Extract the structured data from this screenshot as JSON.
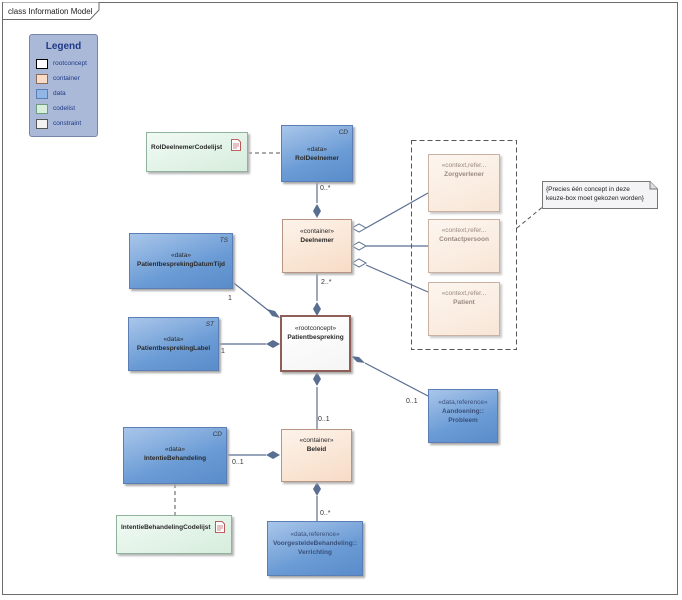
{
  "frame": {
    "title": "class Information Model"
  },
  "legend": {
    "title": "Legend",
    "items": [
      {
        "label": "rootconcept",
        "color": "#ffffff",
        "border": "#000000"
      },
      {
        "label": "container",
        "color": "#f8dcc8",
        "border": "#8e6a5a"
      },
      {
        "label": "data",
        "color": "#8fb6e5",
        "border": "#5b7fb5"
      },
      {
        "label": "codelist",
        "color": "#d7eedf",
        "border": "#6f9b7f"
      },
      {
        "label": "constraint",
        "color": "#f2f2f2",
        "border": "#555555"
      }
    ]
  },
  "nodes": {
    "rol_codelijst": {
      "name": "RolDeelnemerCodelijst"
    },
    "rol_deelnemer": {
      "stereotype": "«data»",
      "name": "RolDeelnemer",
      "tag": "CD"
    },
    "deelnemer": {
      "stereotype": "«container»",
      "name": "Deelnemer"
    },
    "zorgverlener": {
      "stereotype": "«context,refer...",
      "name": "Zorgverlener"
    },
    "contactpersoon": {
      "stereotype": "«context,refer...",
      "name": "Contactpersoon"
    },
    "patient": {
      "stereotype": "«context,refer...",
      "name": "Patient"
    },
    "datum_tijd": {
      "stereotype": "«data»",
      "name": "PatientbesprekingDatumTijd",
      "tag": "TS"
    },
    "label": {
      "stereotype": "«data»",
      "name": "PatientbesprekingLabel",
      "tag": "ST"
    },
    "patientbespreking": {
      "stereotype": "«rootconcept»",
      "name": "Patientbespreking"
    },
    "aandoening": {
      "stereotype": "«data,reference»",
      "name": "Aandoening::",
      "name2": "Probleem"
    },
    "intentie": {
      "stereotype": "«data»",
      "name": "IntentieBehandeling",
      "tag": "CD"
    },
    "beleid": {
      "stereotype": "«container»",
      "name": "Beleid"
    },
    "intentie_codelijst": {
      "name": "IntentieBehandelingCodelijst"
    },
    "verrichting": {
      "stereotype": "«data,reference»",
      "name": "VoorgesteldeBehandeling::",
      "name2": "Verrichting"
    }
  },
  "note": {
    "text": "{Precies één concept in deze keuze-box moet gekozen worden}"
  },
  "multiplicities": {
    "rol": "0..*",
    "deelnemer": "2..*",
    "datum_tijd": "1",
    "label": "1",
    "aandoening": "0..1",
    "beleid": "0..1",
    "intentie": "0..1",
    "verrichting": "0..*"
  }
}
